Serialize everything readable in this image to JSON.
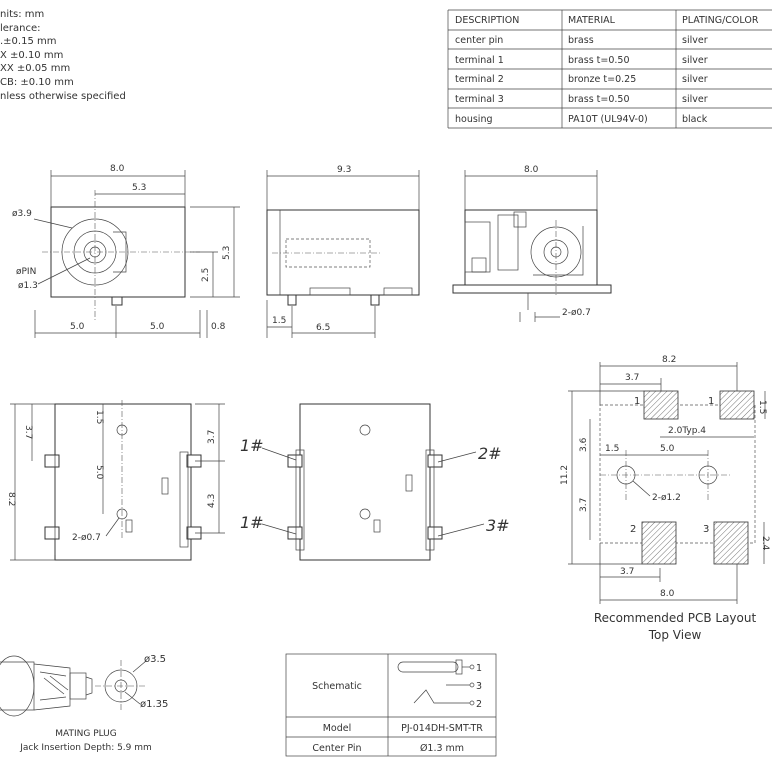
{
  "notes": [
    "nits: mm",
    "lerance:",
    ".±0.15 mm",
    "X ±0.10 mm",
    "XX ±0.05 mm",
    "CB: ±0.10 mm",
    "nless otherwise specified"
  ],
  "material_table": {
    "headers": [
      "DESCRIPTION",
      "MATERIAL",
      "PLATING/COLOR"
    ],
    "rows": [
      [
        "center pin",
        "brass",
        "silver"
      ],
      [
        "terminal 1",
        "brass t=0.50",
        "silver"
      ],
      [
        "terminal 2",
        "bronze t=0.25",
        "silver"
      ],
      [
        "terminal 3",
        "brass t=0.50",
        "silver"
      ],
      [
        "housing",
        "PA10T (UL94V-0)",
        "black"
      ]
    ]
  },
  "front_view": {
    "w": "8.0",
    "d53": "5.3",
    "dia39": "ø3.9",
    "pin": "øPIN",
    "pin_d": "ø1.3",
    "h25": "2.5",
    "h53": "5.3",
    "w50a": "5.0",
    "w50b": "5.0",
    "d08": "0.8"
  },
  "side_view": {
    "len": "9.3",
    "d15": "1.5",
    "d65": "6.5"
  },
  "rear_view": {
    "w": "8.0",
    "holes": "2-ø0.7"
  },
  "top_view": {
    "d37a": "3.7",
    "d15": "1.5",
    "d50": "5.0",
    "h82": "8.2",
    "d37b": "3.7",
    "d43": "4.3",
    "holes": "2-ø0.7"
  },
  "bottom_view": {
    "t1a": "1#",
    "t1b": "1#",
    "t2": "2#",
    "t3": "3#"
  },
  "pcb": {
    "w82": "8.2",
    "d37a": "3.7",
    "d15r": "1.5",
    "p1a": "1",
    "p1b": "1",
    "typ": "2.0Typ.4",
    "d36": "3.6",
    "d15": "1.5",
    "d50": "5.0",
    "h112": "11.2",
    "holes": "2-ø1.2",
    "d37b": "3.7",
    "p2": "2",
    "p3": "3",
    "d24": "2.4",
    "d37c": "3.7",
    "w80": "8.0",
    "caption1": "Recommended PCB Layout",
    "caption2": "Top View"
  },
  "plug": {
    "d35": "ø3.5",
    "d135": "ø1.35",
    "caption1": "MATING PLUG",
    "caption2": "Jack Insertion Depth: 5.9 mm"
  },
  "info_table": {
    "schematic_label": "Schematic",
    "pins": [
      "1",
      "3",
      "2"
    ],
    "rows": [
      [
        "Model",
        "PJ-014DH-SMT-TR"
      ],
      [
        "Center Pin",
        "Ø1.3 mm"
      ]
    ]
  }
}
